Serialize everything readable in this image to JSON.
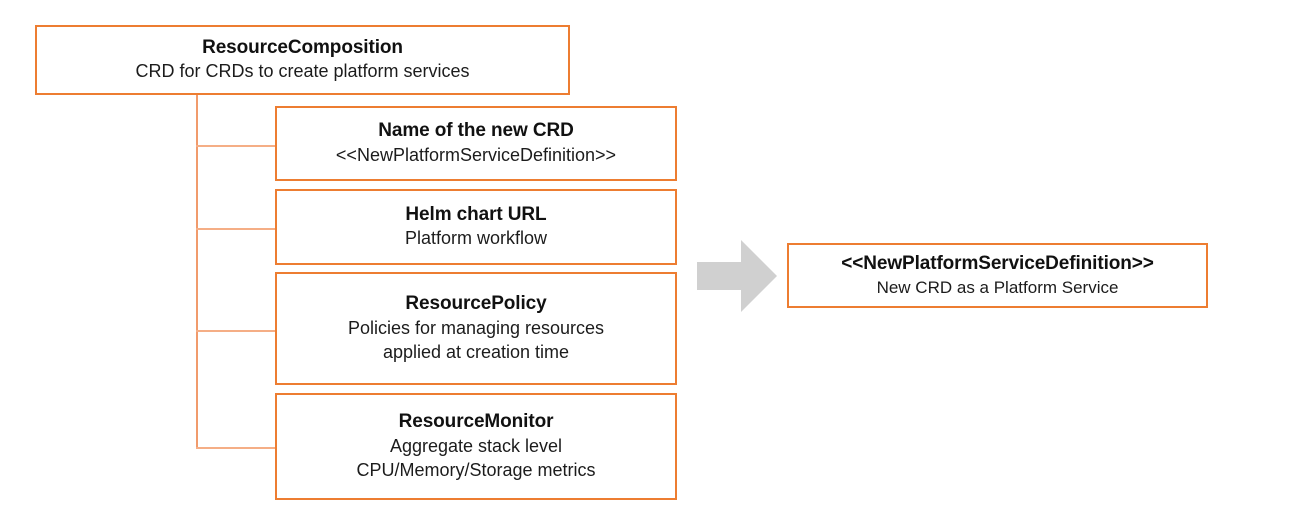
{
  "diagram": {
    "root": {
      "title": "ResourceComposition",
      "subtitle": "CRD for CRDs to create platform services"
    },
    "children": [
      {
        "title": "Name of the new CRD",
        "lines": [
          "<<NewPlatformServiceDefinition>>"
        ]
      },
      {
        "title": "Helm chart URL",
        "lines": [
          "Platform workflow"
        ]
      },
      {
        "title": "ResourcePolicy",
        "lines": [
          "Policies for managing resources",
          "applied at creation time"
        ]
      },
      {
        "title": "ResourceMonitor",
        "lines": [
          "Aggregate stack level",
          "CPU/Memory/Storage metrics"
        ]
      }
    ],
    "result": {
      "title": "<<NewPlatformServiceDefinition>>",
      "subtitle": "New CRD as a Platform Service"
    },
    "arrow": {
      "icon": "right-block-arrow-icon",
      "color": "#D0D0D0",
      "direction": "right"
    },
    "colors": {
      "box_border": "#ED7D31",
      "connector": "#F19B6C",
      "branch": "#F5AE86",
      "arrow_fill": "#D0D0D0",
      "background": "#FFFFFF",
      "text": "#111111"
    }
  }
}
